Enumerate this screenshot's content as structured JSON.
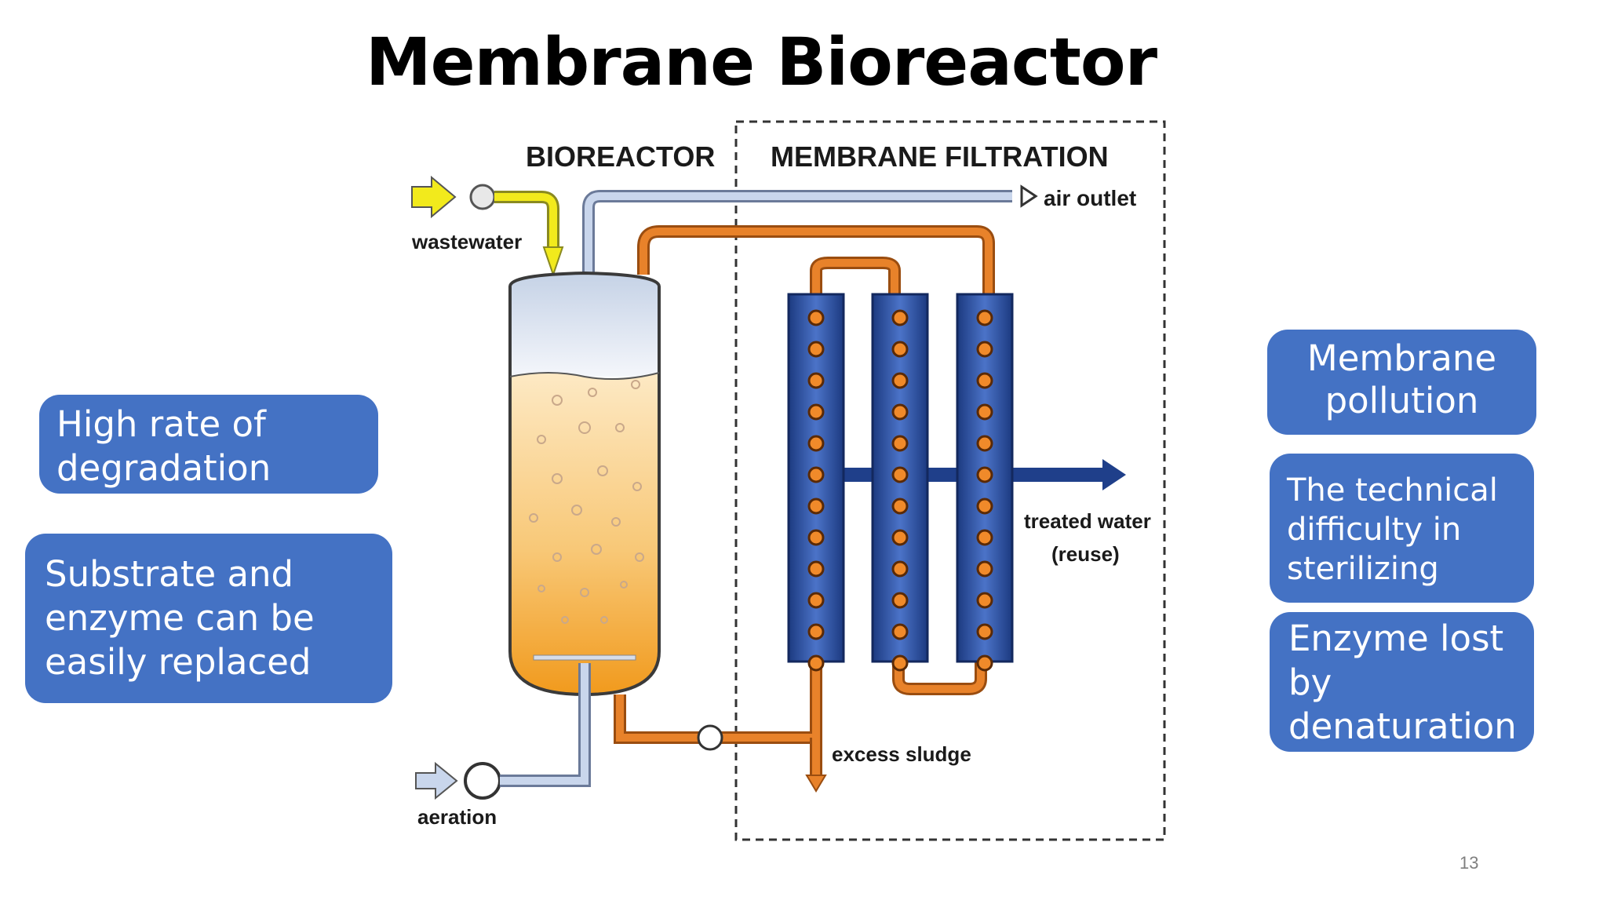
{
  "title": "Membrane Bioreactor",
  "page_number": "13",
  "left_boxes": {
    "high_rate": [
      "High rate of",
      "degradation"
    ],
    "substrate": [
      "Substrate and",
      "enzyme can be",
      "easily replaced"
    ]
  },
  "right_boxes": {
    "membrane": [
      "Membrane",
      "pollution"
    ],
    "technical": [
      "The technical",
      "difficulty in",
      "sterilizing"
    ],
    "enzyme": [
      "Enzyme lost",
      "by",
      "denaturation"
    ]
  },
  "diagram": {
    "section_bioreactor": "BIOREACTOR",
    "section_membrane": "MEMBRANE FILTRATION",
    "label_wastewater": "wastewater",
    "label_air_outlet": "air outlet",
    "label_treated_water": "treated water",
    "label_reuse": "(reuse)",
    "label_excess_sludge": "excess sludge",
    "label_aeration": "aeration",
    "colors": {
      "box_fill": "#4472c4",
      "sludge_pipe": "#e8822a",
      "air_pipe": "#b7c8e4",
      "membrane_blue": "#1f3f8a",
      "wastewater_arrow": "#f2ea1c"
    }
  }
}
